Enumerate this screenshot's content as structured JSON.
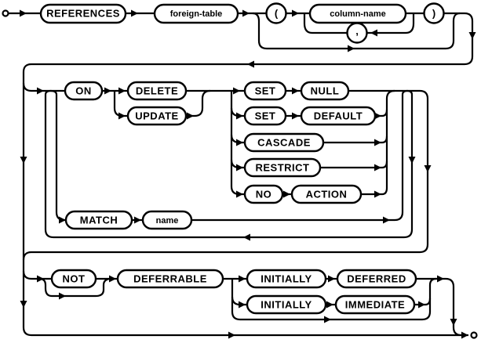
{
  "diagram": {
    "kind": "railroad-syntax-diagram",
    "line_color": "#000000",
    "background": "#ffffff",
    "nodes": {
      "references": {
        "label": "REFERENCES",
        "kind": "keyword"
      },
      "foreign_table": {
        "label": "foreign-table",
        "kind": "nonterminal"
      },
      "lparen": {
        "label": "(",
        "kind": "punctuation"
      },
      "column_name": {
        "label": "column-name",
        "kind": "nonterminal"
      },
      "comma": {
        "label": ",",
        "kind": "punctuation"
      },
      "rparen": {
        "label": ")",
        "kind": "punctuation"
      },
      "on": {
        "label": "ON",
        "kind": "keyword"
      },
      "delete": {
        "label": "DELETE",
        "kind": "keyword"
      },
      "update": {
        "label": "UPDATE",
        "kind": "keyword"
      },
      "set_a": {
        "label": "SET",
        "kind": "keyword"
      },
      "null": {
        "label": "NULL",
        "kind": "keyword"
      },
      "set_b": {
        "label": "SET",
        "kind": "keyword"
      },
      "default": {
        "label": "DEFAULT",
        "kind": "keyword"
      },
      "cascade": {
        "label": "CASCADE",
        "kind": "keyword"
      },
      "restrict": {
        "label": "RESTRICT",
        "kind": "keyword"
      },
      "no": {
        "label": "NO",
        "kind": "keyword"
      },
      "action": {
        "label": "ACTION",
        "kind": "keyword"
      },
      "match": {
        "label": "MATCH",
        "kind": "keyword"
      },
      "name": {
        "label": "name",
        "kind": "nonterminal"
      },
      "not": {
        "label": "NOT",
        "kind": "keyword"
      },
      "deferrable": {
        "label": "DEFERRABLE",
        "kind": "keyword"
      },
      "initially_a": {
        "label": "INITIALLY",
        "kind": "keyword"
      },
      "deferred": {
        "label": "DEFERRED",
        "kind": "keyword"
      },
      "initially_b": {
        "label": "INITIALLY",
        "kind": "keyword"
      },
      "immediate": {
        "label": "IMMEDIATE",
        "kind": "keyword"
      }
    }
  }
}
